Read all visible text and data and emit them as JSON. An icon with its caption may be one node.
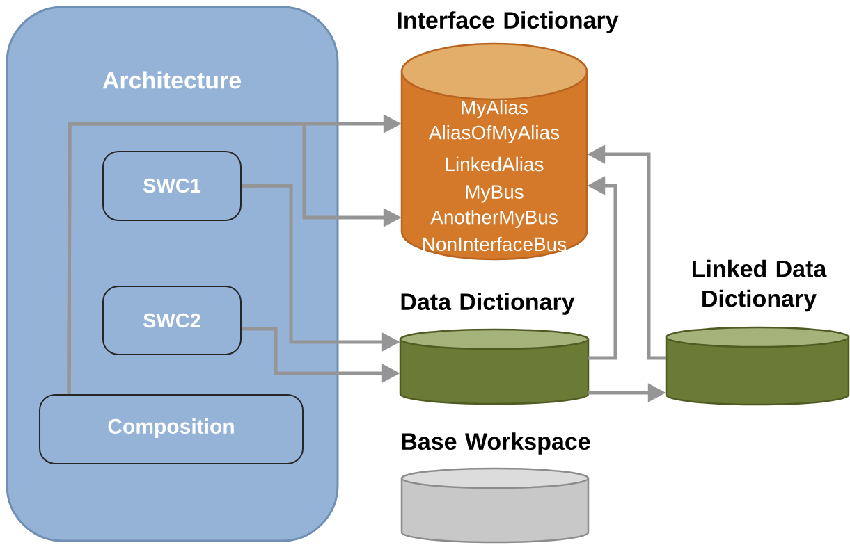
{
  "diagram": {
    "nodes": [
      {
        "text": [
          "Architecture"
        ]
      },
      {
        "text": [
          "SWC1"
        ],
        "in": 0
      },
      {
        "text": [
          "SWC2"
        ],
        "in": 0
      },
      {
        "text": [
          "Composition"
        ],
        "in": 0
      },
      {
        "text": [
          "Interface Dictionary",
          "MyAlias",
          "AliasOfMyAlias",
          "LinkedAlias",
          "MyBus",
          "AnotherMyBus",
          "NonInterfaceBus"
        ]
      },
      {
        "text": [
          "Data Dictionary"
        ]
      },
      {
        "text": [
          "Linked Data Dictionary"
        ]
      },
      {
        "text": [
          "Base Workspace"
        ]
      }
    ],
    "edges": [
      {
        "from": 3,
        "to": 4,
        "arrow": "to"
      },
      {
        "from": 3,
        "to": 4,
        "arrow": "to"
      },
      {
        "from": 1,
        "to": 5,
        "arrow": "to"
      },
      {
        "from": 2,
        "to": 5,
        "arrow": "to"
      },
      {
        "from": 5,
        "to": 4,
        "arrow": "to"
      },
      {
        "from": 6,
        "to": 4,
        "arrow": "to"
      },
      {
        "from": 5,
        "to": 6,
        "arrow": "to"
      }
    ]
  }
}
